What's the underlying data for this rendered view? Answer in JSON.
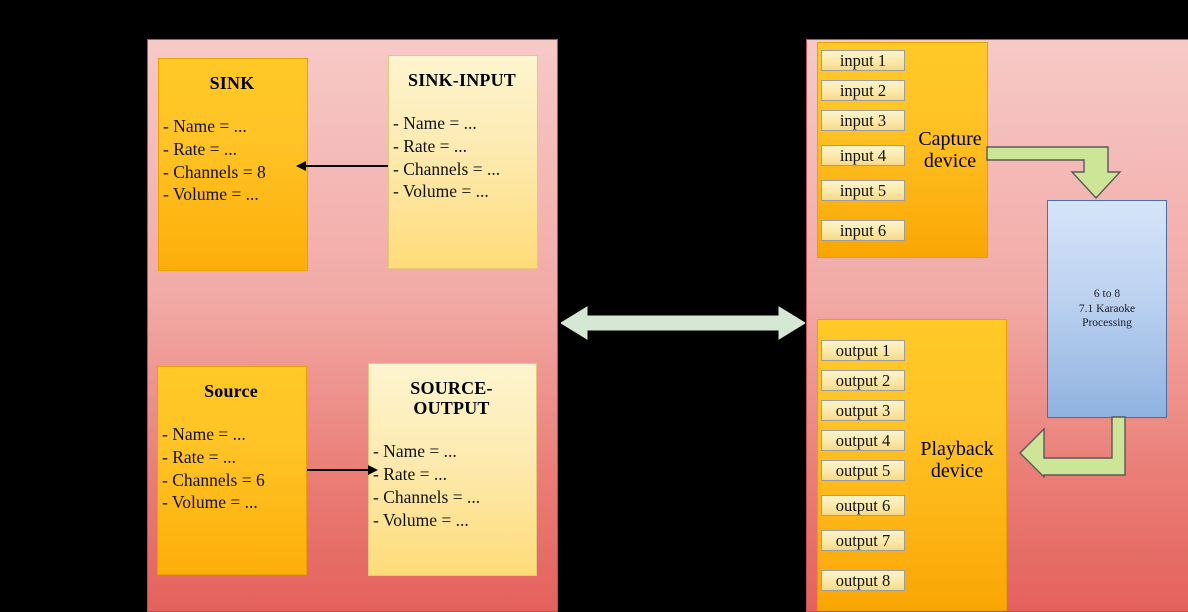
{
  "diagram": {
    "left_panel": {
      "boxes": [
        {
          "id": "sink",
          "title": "SINK",
          "fields": [
            "- Name = ...",
            "- Rate = ...",
            "- Channels = 8",
            "- Volume = ..."
          ]
        },
        {
          "id": "sink-input",
          "title": "SINK-INPUT",
          "fields": [
            "- Name = ...",
            "- Rate = ...",
            "- Channels = ...",
            "- Volume = ..."
          ]
        },
        {
          "id": "source",
          "title": "Source",
          "fields": [
            "- Name = ...",
            "- Rate = ...",
            "- Channels = 6",
            "- Volume = ..."
          ]
        },
        {
          "id": "source-output",
          "title": "SOURCE-OUTPUT",
          "fields": [
            "- Name = ...",
            "- Rate = ...",
            "- Channels = ...",
            "- Volume = ..."
          ]
        }
      ]
    },
    "right_panel": {
      "capture_device": {
        "label_line1": "Capture",
        "label_line2": "device",
        "channels": [
          "input 1",
          "input 2",
          "input 3",
          "input 4",
          "input 5",
          "input 6"
        ]
      },
      "playback_device": {
        "label_line1": "Playback",
        "label_line2": "device",
        "channels": [
          "output 1",
          "output 2",
          "output 3",
          "output 4",
          "output 5",
          "output 6",
          "output 7",
          "output 8"
        ]
      },
      "processing_box": {
        "line1": "6 to 8",
        "line2": "7.1 Karaoke",
        "line3": "Processing"
      }
    },
    "colors": {
      "panel_top": "#f6c9c7",
      "panel_bottom": "#e4615c",
      "orange_box": "#ffc325",
      "cream_box": "#fdeab0",
      "green_arrow": "#cde596",
      "mint_arrow": "#d5e8d4",
      "blue_box": "#bcd2f0",
      "background": "#000000"
    }
  }
}
